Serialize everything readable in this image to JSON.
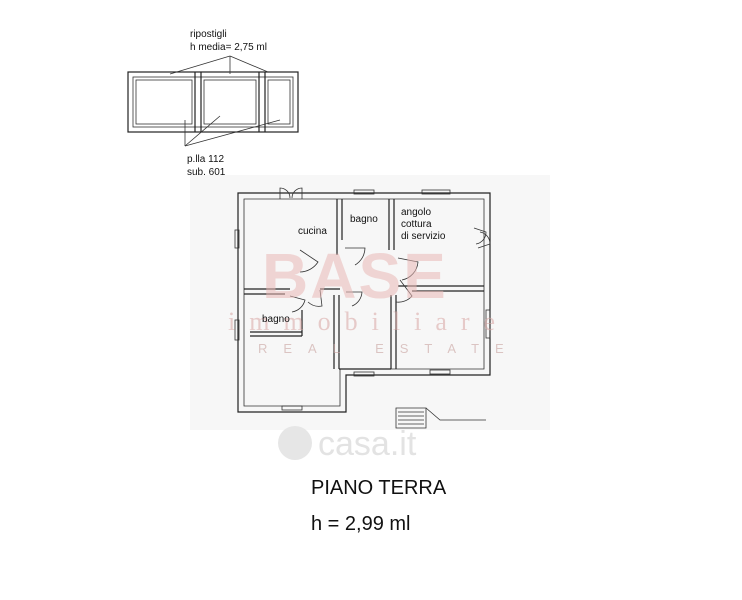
{
  "annotations": {
    "storage_line1": "ripostigli",
    "storage_line2": "h media= 2,75 ml",
    "parcel_line1": "p.lla 112",
    "parcel_line2": "sub. 601"
  },
  "rooms": {
    "cucina": "cucina",
    "bagno_top": "bagno",
    "angolo_line1": "angolo",
    "angolo_line2": "cottura",
    "angolo_line3": "di servizio",
    "bagno_left": "bagno"
  },
  "watermarks": {
    "brand_big": "BASE",
    "brand_mid": "immobiliare",
    "brand_small": "REAL ESTATE",
    "portal": "casa.it"
  },
  "footer": {
    "floor_title": "PIANO TERRA",
    "height_note": "h = 2,99 ml"
  }
}
